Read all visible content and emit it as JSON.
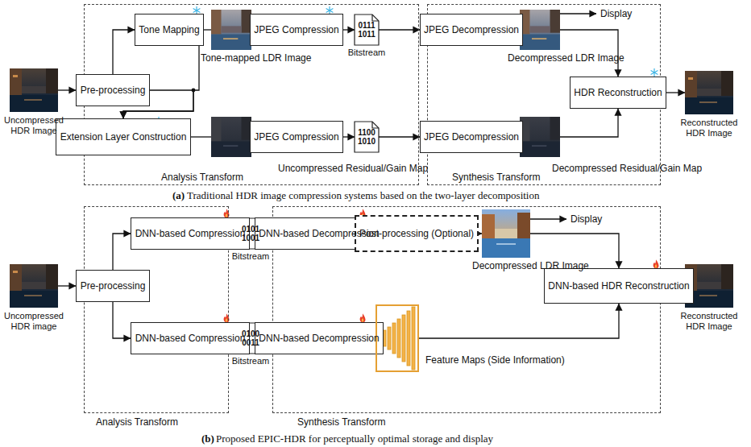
{
  "diagram": {
    "nodes": [
      {
        "text": [
          "Uncompressed HDR Image"
        ]
      },
      {
        "text": [
          "Analysis Transform"
        ]
      },
      {
        "text": [
          "Pre-processing"
        ],
        "in": 1
      },
      {
        "text": [
          "Tone Mapping"
        ],
        "in": 1
      },
      {
        "text": [
          "Tone-mapped LDR Image"
        ],
        "in": 1
      },
      {
        "text": [
          "JPEG Compression"
        ],
        "in": 1
      },
      {
        "text": [
          "0111 1011",
          "Bitstream"
        ]
      },
      {
        "text": [
          "Extension Layer Construction"
        ],
        "in": 1
      },
      {
        "text": [
          "Uncompressed Residual/Gain Map"
        ],
        "in": 1
      },
      {
        "text": [
          "JPEG Compression"
        ],
        "in": 1
      },
      {
        "text": [
          "1100 1010"
        ]
      },
      {
        "text": [
          "Synthesis Transform"
        ]
      },
      {
        "text": [
          "JPEG Decompression"
        ],
        "in": 11
      },
      {
        "text": [
          "Decompressed LDR Image"
        ],
        "in": 11
      },
      {
        "text": [
          "HDR Reconstruction"
        ],
        "in": 11
      },
      {
        "text": [
          "JPEG Decompression"
        ],
        "in": 11
      },
      {
        "text": [
          "Decompressed Residual/Gain Map"
        ],
        "in": 11
      },
      {
        "text": [
          "Reconstructed HDR Image"
        ]
      },
      {
        "text": [
          "Uncompressed HDR image"
        ]
      },
      {
        "text": [
          "Analysis Transform"
        ]
      },
      {
        "text": [
          "Pre-processing"
        ],
        "in": 19
      },
      {
        "text": [
          "DNN-based Compression"
        ],
        "in": 19
      },
      {
        "text": [
          "DNN-based Compression"
        ],
        "in": 19
      },
      {
        "text": [
          "0101 1001",
          "Bitstream"
        ]
      },
      {
        "text": [
          "0100 0011",
          "Bitstream"
        ]
      },
      {
        "text": [
          "Synthesis Transform"
        ]
      },
      {
        "text": [
          "DNN-based Decompression"
        ],
        "in": 25
      },
      {
        "text": [
          "Post-processing (Optional)"
        ],
        "in": 25
      },
      {
        "text": [
          "Decompressed LDR Image"
        ],
        "in": 25
      },
      {
        "text": [
          "DNN-based HDR Reconstruction"
        ],
        "in": 25
      },
      {
        "text": [
          "DNN-based Decompression"
        ],
        "in": 25
      },
      {
        "text": [
          "Feature Maps (Side Information)"
        ],
        "in": 25
      },
      {
        "text": [
          "Reconstructed HDR Image"
        ]
      }
    ],
    "edges": [
      {
        "from": 0,
        "to": 2,
        "arrow": "to"
      },
      {
        "from": 2,
        "to": 3,
        "arrow": "to"
      },
      {
        "from": 2,
        "to": 7,
        "arrow": "to"
      },
      {
        "from": 3,
        "to": 4,
        "arrow": "none"
      },
      {
        "from": 3,
        "to": 7,
        "arrow": "to"
      },
      {
        "from": 4,
        "to": 5,
        "arrow": "to"
      },
      {
        "from": 5,
        "to": 6,
        "arrow": "to"
      },
      {
        "from": 6,
        "to": 12,
        "arrow": "to"
      },
      {
        "from": 12,
        "to": 13,
        "arrow": "none"
      },
      {
        "from": 13,
        "to": 14,
        "arrow": "to"
      },
      {
        "from": 7,
        "to": 8,
        "arrow": "none"
      },
      {
        "from": 8,
        "to": 9,
        "arrow": "to"
      },
      {
        "from": 9,
        "to": 10,
        "arrow": "to"
      },
      {
        "from": 10,
        "to": 15,
        "arrow": "to"
      },
      {
        "from": 15,
        "to": 16,
        "arrow": "none"
      },
      {
        "from": 16,
        "to": 14,
        "arrow": "to"
      },
      {
        "from": 14,
        "to": 17,
        "arrow": "to"
      },
      {
        "from": 18,
        "to": 20,
        "arrow": "to"
      },
      {
        "from": 20,
        "to": 21,
        "arrow": "to"
      },
      {
        "from": 20,
        "to": 22,
        "arrow": "to"
      },
      {
        "from": 21,
        "to": 23,
        "arrow": "to"
      },
      {
        "from": 22,
        "to": 24,
        "arrow": "to"
      },
      {
        "from": 23,
        "to": 26,
        "arrow": "to"
      },
      {
        "from": 24,
        "to": 30,
        "arrow": "to"
      },
      {
        "from": 26,
        "to": 27,
        "arrow": "to"
      },
      {
        "from": 27,
        "to": 28,
        "arrow": "to"
      },
      {
        "from": 28,
        "to": 29,
        "arrow": "to"
      },
      {
        "from": 30,
        "to": 31,
        "arrow": "to"
      },
      {
        "from": 31,
        "to": 29,
        "arrow": "to"
      },
      {
        "from": 29,
        "to": 32,
        "arrow": "to"
      }
    ],
    "labels": [
      "Display",
      "(a)",
      "Traditional HDR image compression systems based on the two-layer decomposition",
      "Display",
      "(b)",
      "Proposed EPIC-HDR for perceptually optimal storage and display"
    ]
  }
}
